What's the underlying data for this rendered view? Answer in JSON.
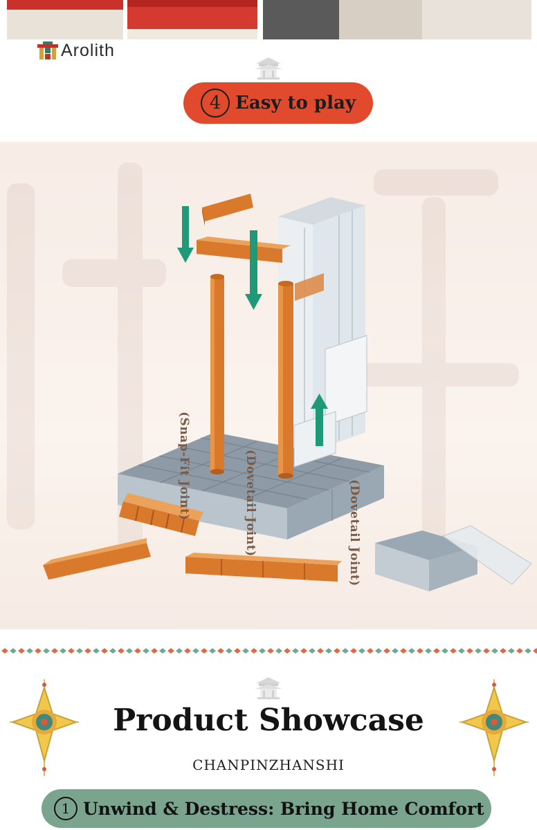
{
  "brand": {
    "name": "Arolith",
    "logo_icon": "palace-bricks-icon"
  },
  "section4": {
    "number": "4",
    "title": "Easy to play",
    "pill_color": "#e14a2c"
  },
  "joints": {
    "snap_fit": "(Snap-Fit Joint)",
    "dovetail_top": "(Dovetail Joint)",
    "dovetail_side": "(Dovetail Joint)"
  },
  "showcase": {
    "title": "Product Showcase",
    "subtitle": "CHANPINZHANSHI"
  },
  "feature1": {
    "number": "1",
    "title": "Unwind & Destress: Bring Home Comfort",
    "pill_color": "#7aa48e"
  },
  "colors": {
    "accent_red": "#e14a2c",
    "accent_green": "#7aa48e",
    "arrow_teal": "#1f9a78",
    "piece_orange": "#d9792c"
  }
}
